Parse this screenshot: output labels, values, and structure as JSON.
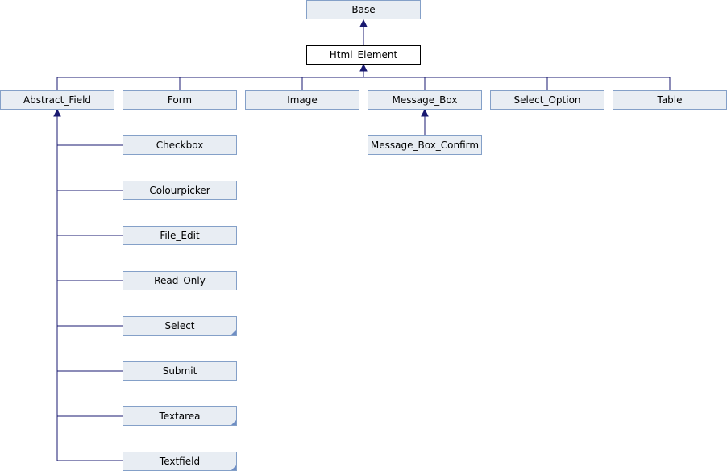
{
  "diagram": {
    "nodes": {
      "base": "Base",
      "html_element": "Html_Element",
      "abstract_field": "Abstract_Field",
      "form": "Form",
      "image": "Image",
      "message_box": "Message_Box",
      "select_option": "Select_Option",
      "table": "Table",
      "message_box_confirm": "Message_Box_Confirm",
      "checkbox": "Checkbox",
      "colourpicker": "Colourpicker",
      "file_edit": "File_Edit",
      "read_only": "Read_Only",
      "select": "Select",
      "submit": "Submit",
      "textarea": "Textarea",
      "textfield": "Textfield"
    },
    "colors": {
      "node_fill": "#e8edf3",
      "node_border": "#84a0c8",
      "current_node_fill": "#ffffff",
      "current_node_border": "#000000",
      "edge": "#191970"
    }
  }
}
